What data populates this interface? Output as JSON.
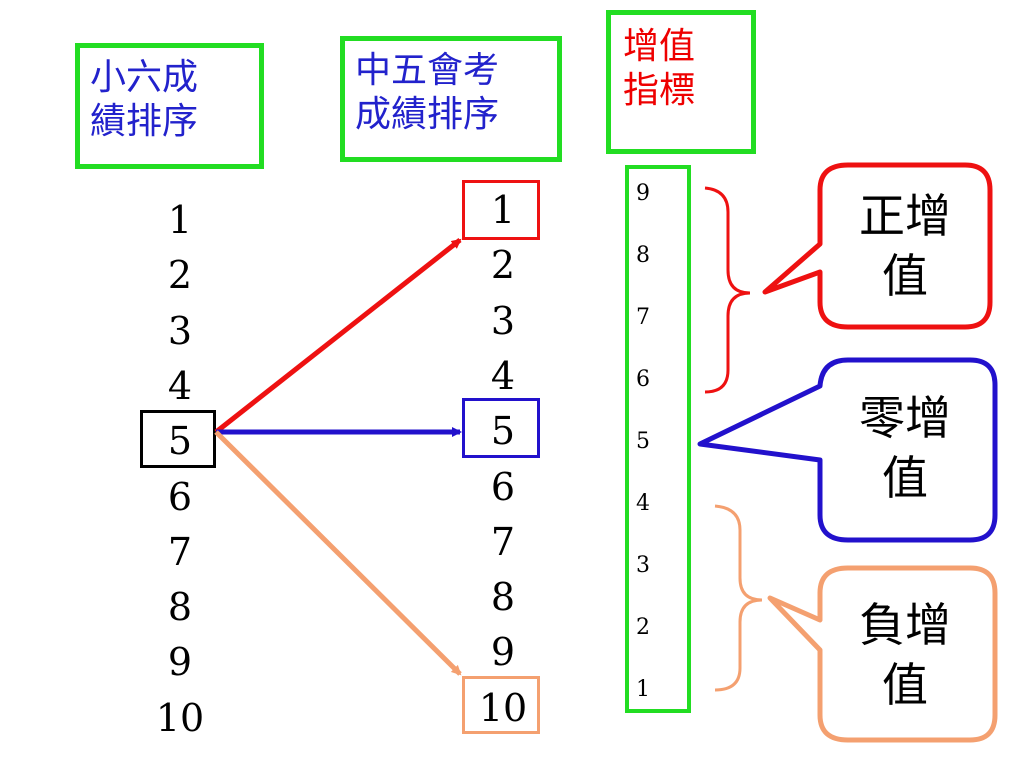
{
  "headers": {
    "primary": [
      "小六成",
      "績排序"
    ],
    "secondary": [
      "中五會考",
      "成績排序"
    ],
    "value_added": [
      "增值",
      "指標"
    ]
  },
  "col1_ranks": [
    "1",
    "2",
    "3",
    "4",
    "5",
    "6",
    "7",
    "8",
    "9",
    "10"
  ],
  "col2_ranks": [
    "1",
    "2",
    "3",
    "4",
    "5",
    "6",
    "7",
    "8",
    "9",
    "10"
  ],
  "col3_indices": [
    "9",
    "8",
    "7",
    "6",
    "5",
    "4",
    "3",
    "2",
    "1"
  ],
  "callouts": {
    "positive": [
      "正增",
      "值"
    ],
    "zero": [
      "零增",
      "值"
    ],
    "negative": [
      "負增",
      "值"
    ]
  },
  "colors": {
    "green": "#22dd22",
    "positive": "#ee1111",
    "zero": "#2211cc",
    "negative": "#f4a070",
    "header_text_blue": "#2222cc",
    "header_text_red": "#ee0000"
  },
  "arrows": [
    {
      "from": "5",
      "to": "1",
      "color": "positive"
    },
    {
      "from": "5",
      "to": "5",
      "color": "zero"
    },
    {
      "from": "5",
      "to": "10",
      "color": "negative"
    }
  ]
}
